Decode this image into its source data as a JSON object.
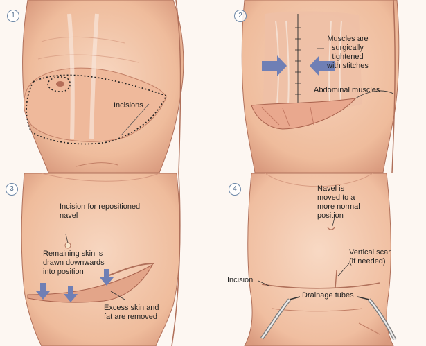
{
  "panels": [
    {
      "number": "1",
      "labels": {
        "incisions": "Incisions"
      }
    },
    {
      "number": "2",
      "labels": {
        "muscles": "Muscles are\nsurgically\ntightened\nwith stitches",
        "abdominal": "Abdominal muscles"
      }
    },
    {
      "number": "3",
      "labels": {
        "navel": "Incision for repositioned\nnavel",
        "remaining": "Remaining skin is\ndrawn downwards\ninto position",
        "excess": "Excess skin and\nfat are removed"
      }
    },
    {
      "number": "4",
      "labels": {
        "moved": "Navel is\nmoved to a\nmore normal\nposition",
        "scar": "Vertical scar\n(if needed)",
        "incision": "Incision",
        "drainage": "Drainage tubes"
      }
    }
  ],
  "colors": {
    "skin": "#f2c5a8",
    "skin_shadow": "#d99a7e",
    "outline": "#b0705a",
    "arrow": "#6f7fb5",
    "divider": "#9fb3c8"
  },
  "icons": [
    "circle-number-icon",
    "arrow-icon",
    "incision-dotted-line",
    "drainage-tube-icon"
  ]
}
